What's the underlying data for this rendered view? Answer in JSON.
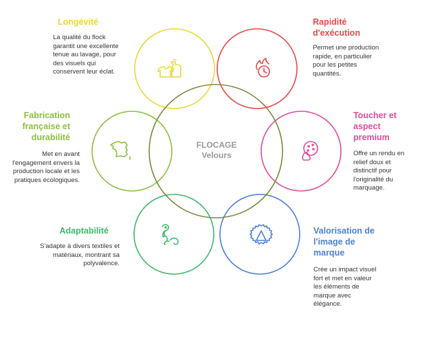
{
  "center": {
    "line1": "FLOCAGE",
    "line2": "Velours"
  },
  "features": [
    {
      "id": "longevite",
      "title": "Longévité",
      "color": "#ecd537",
      "icon": "laundry-icon",
      "description": "La qualité du flock garantit une excellente tenue au lavage, pour des visuels qui conservent leur éclat."
    },
    {
      "id": "rapidite",
      "title": "Rapidité d'exécution",
      "color": "#e34a4a",
      "icon": "fast-clock-icon",
      "description": "Permet une production rapide, en particulier pour les petites quantités."
    },
    {
      "id": "toucher",
      "title": "Toucher et aspect premium",
      "color": "#de4d9b",
      "icon": "soft-touch-icon",
      "description": "Offre un rendu en relief doux et distinctif pour l'originalité du marquage."
    },
    {
      "id": "valorisation",
      "title": "Valorisation de l'image de marque",
      "color": "#4c80d6",
      "icon": "brand-badge-icon",
      "description": "Crée un impact visuel fort et met en valeur les éléments de marque avec élégance."
    },
    {
      "id": "adaptabilite",
      "title": "Adaptabilité",
      "color": "#3eb96d",
      "icon": "chameleon-icon",
      "description": "S'adapte à divers textiles et matériaux, montrant sa polyvalence."
    },
    {
      "id": "fabrication",
      "title": "Fabrication française et durabilité",
      "color": "#8cbf3f",
      "icon": "france-map-icon",
      "description": "Met en avant l'engagement envers la production locale et les pratiques écologiques."
    }
  ]
}
